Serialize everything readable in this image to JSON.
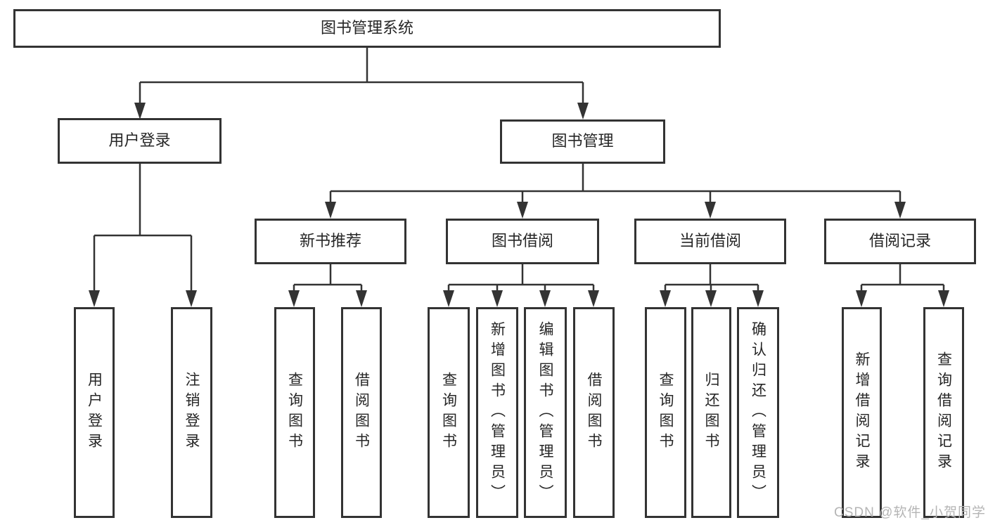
{
  "colors": {
    "line": "#333333",
    "text": "#262626",
    "watermark": "#b5b5b5",
    "bg": "#ffffff"
  },
  "tree": {
    "label": "图书管理系统",
    "children": [
      {
        "label": "用户登录",
        "children": [
          {
            "label": "用户登录"
          },
          {
            "label": "注销登录"
          }
        ]
      },
      {
        "label": "图书管理",
        "children": [
          {
            "label": "新书推荐",
            "children": [
              {
                "label": "查询图书"
              },
              {
                "label": "借阅图书"
              }
            ]
          },
          {
            "label": "图书借阅",
            "children": [
              {
                "label": "查询图书"
              },
              {
                "label": "新增图书（管理员）"
              },
              {
                "label": "编辑图书（管理员）"
              },
              {
                "label": "借阅图书"
              }
            ]
          },
          {
            "label": "当前借阅",
            "children": [
              {
                "label": "查询图书"
              },
              {
                "label": "归还图书"
              },
              {
                "label": "确认归还（管理员）"
              }
            ]
          },
          {
            "label": "借阅记录",
            "children": [
              {
                "label": "新增借阅记录"
              },
              {
                "label": "查询借阅记录"
              }
            ]
          }
        ]
      }
    ]
  },
  "watermark": {
    "text": "CSDN @软件_小贺同学"
  }
}
